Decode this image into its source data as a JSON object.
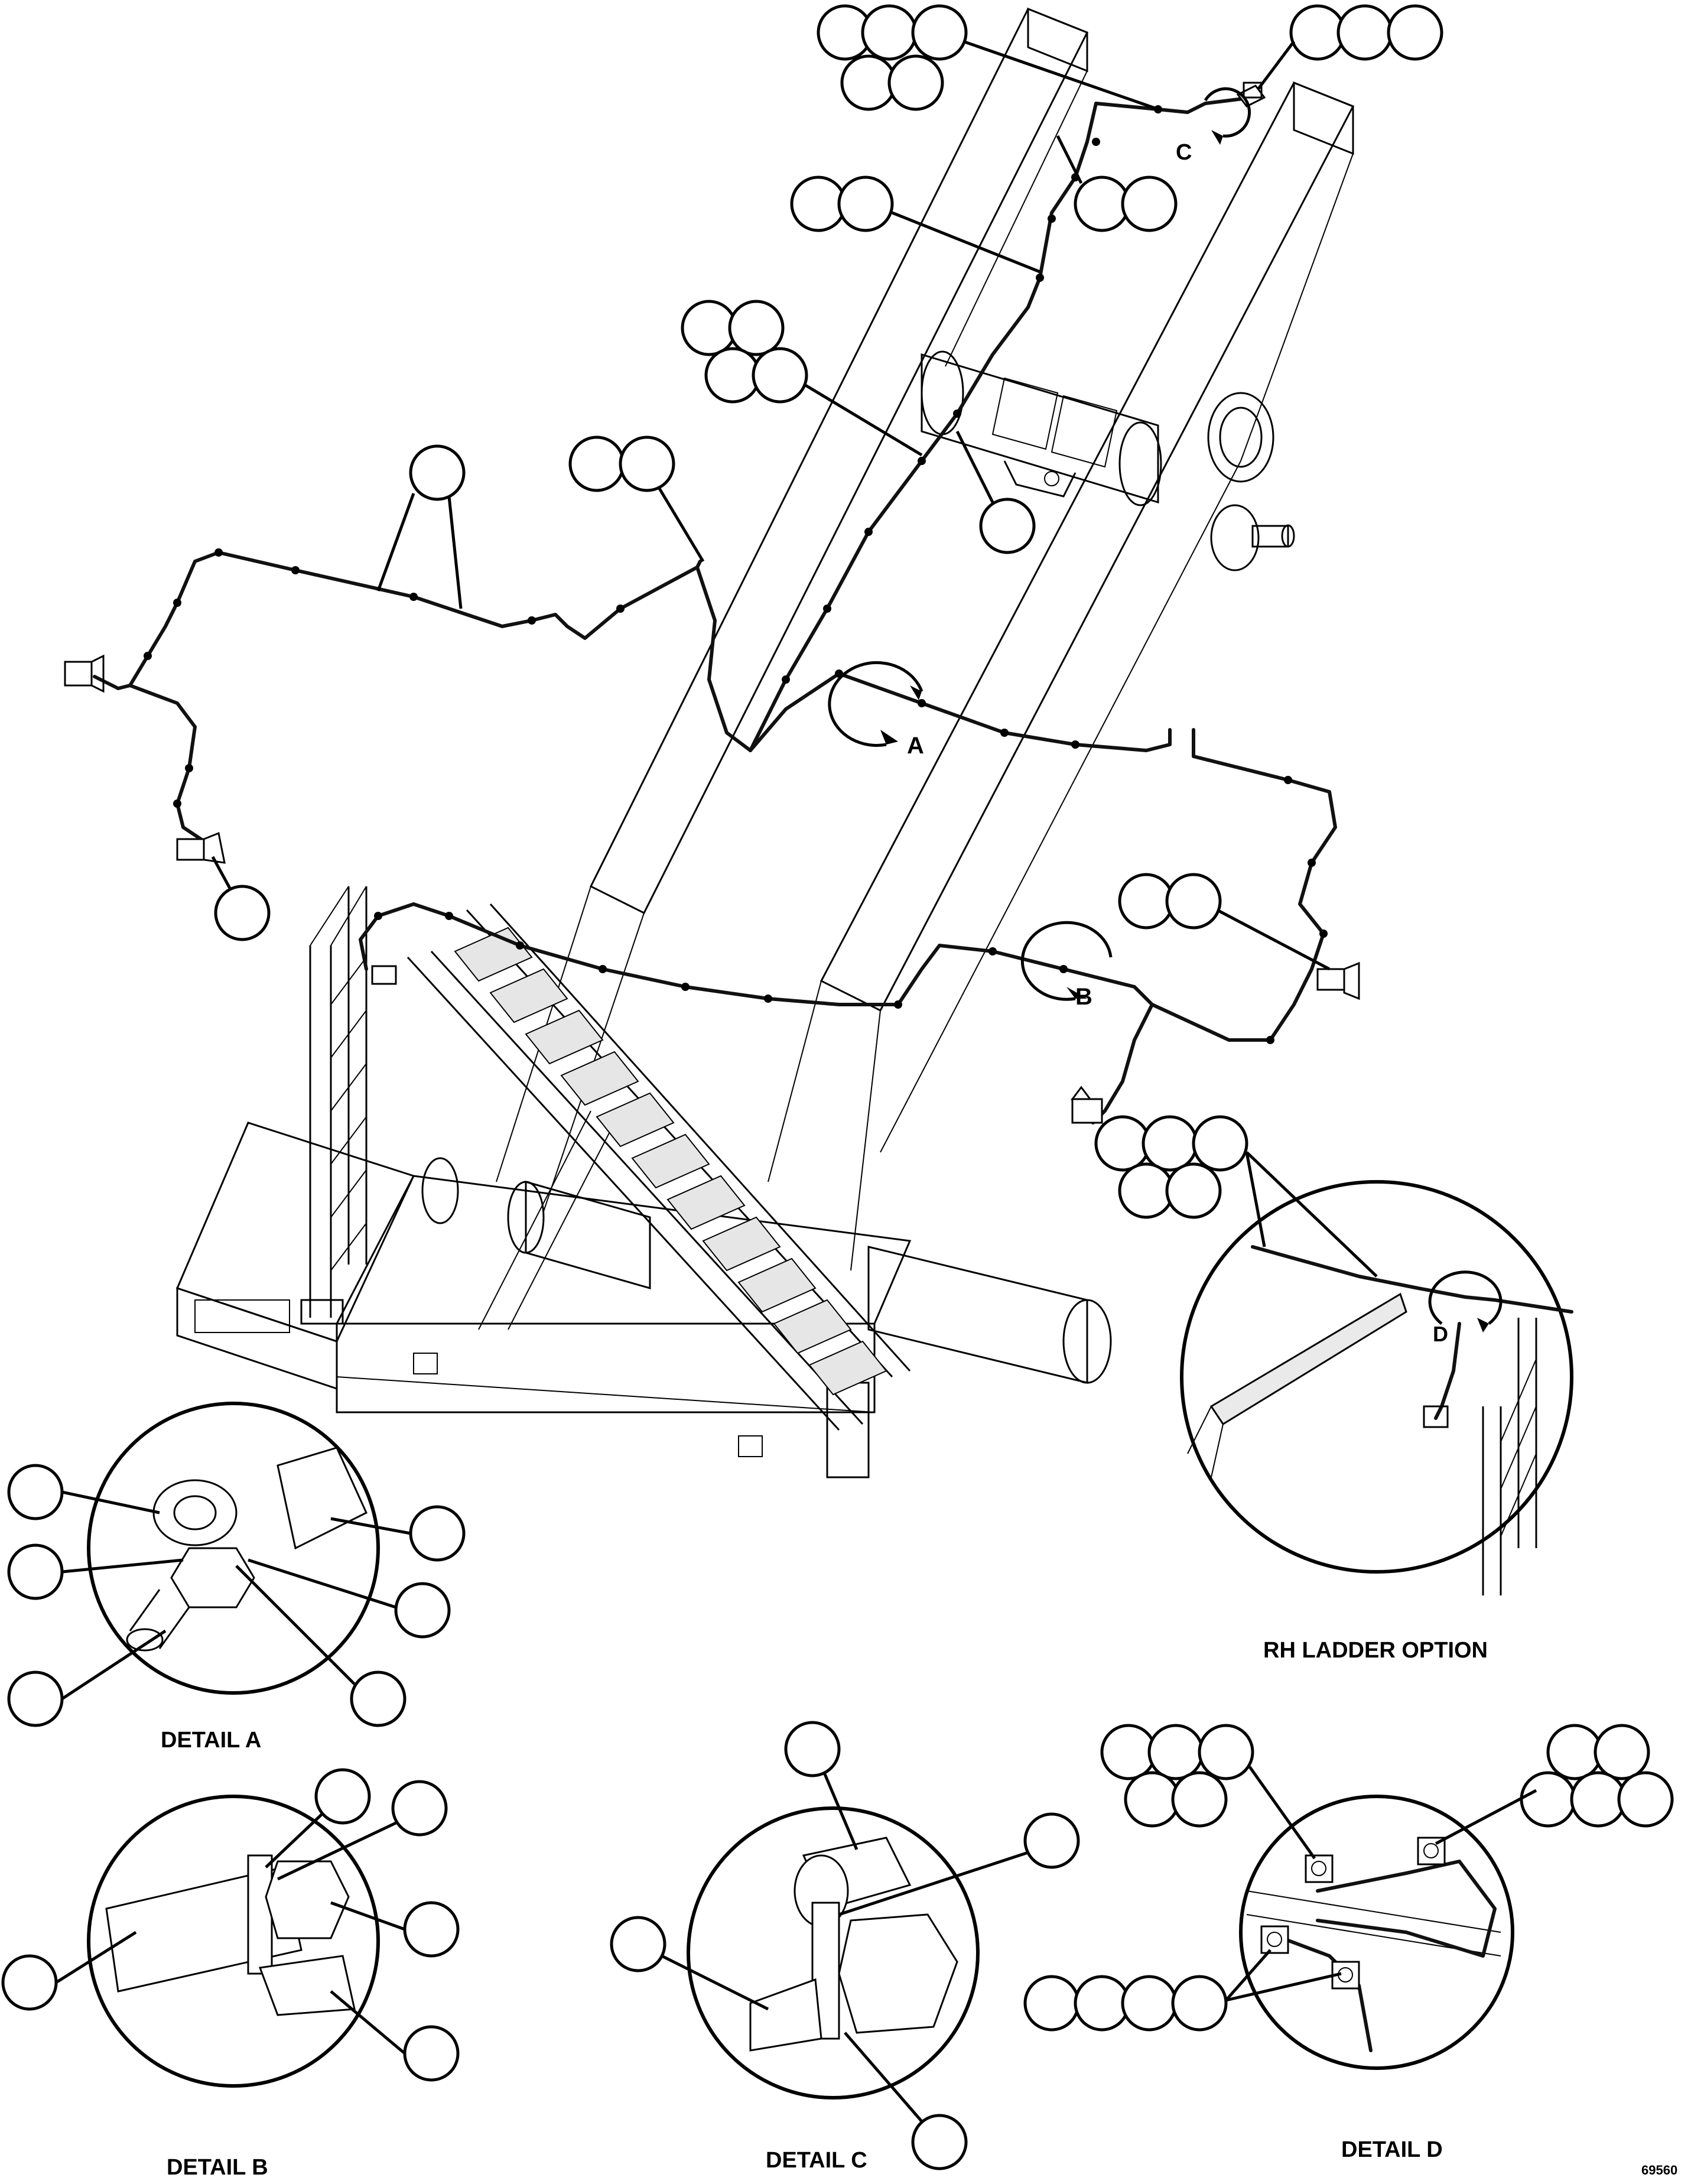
{
  "labels": {
    "view_a": "A",
    "view_b": "B",
    "view_c": "C",
    "view_d": "D",
    "detail_a": "DETAIL A",
    "detail_b": "DETAIL B",
    "detail_c": "DETAIL C",
    "detail_d": "DETAIL D",
    "rh_ladder_option": "RH LADDER OPTION",
    "drawing_number": "69560"
  }
}
